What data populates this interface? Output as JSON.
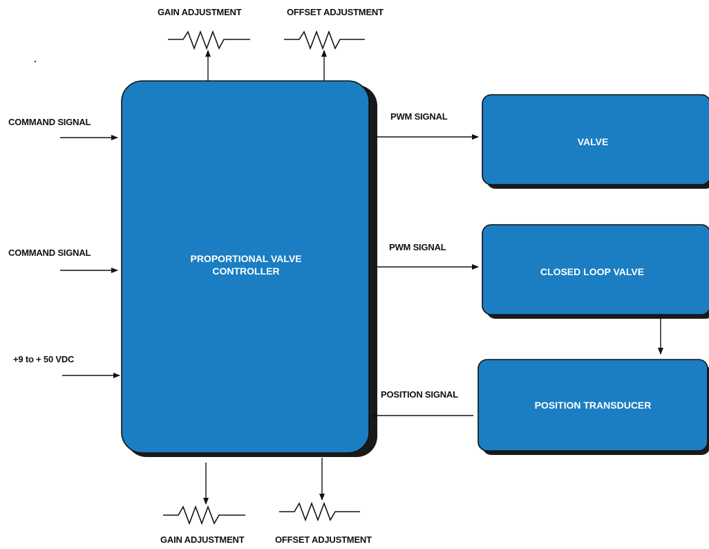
{
  "colors": {
    "block_fill": "#1b7ec2",
    "shadow": "#1a1a1a",
    "line": "#111111",
    "block_text": "#ffffff"
  },
  "controller": {
    "line1": "PROPORTIONAL VALVE",
    "line2": "CONTROLLER"
  },
  "blocks": {
    "valve": "VALVE",
    "closed_loop_valve": "CLOSED LOOP VALVE",
    "position_transducer": "POSITION TRANSDUCER"
  },
  "inputs": {
    "command_signal_1": "COMMAND SIGNAL",
    "command_signal_2": "COMMAND SIGNAL",
    "power": "+9 to + 50 VDC"
  },
  "signals": {
    "pwm_1": "PWM SIGNAL",
    "pwm_2": "PWM SIGNAL",
    "position": "POSITION SIGNAL"
  },
  "adjustments": {
    "top_gain": "GAIN ADJUSTMENT",
    "top_offset": "OFFSET  ADJUSTMENT",
    "bottom_gain": "GAIN ADJUSTMENT",
    "bottom_offset": "OFFSET  ADJUSTMENT"
  },
  "icons": {
    "resistor": "potentiometer-zigzag-icon",
    "arrow": "arrowhead-icon"
  }
}
